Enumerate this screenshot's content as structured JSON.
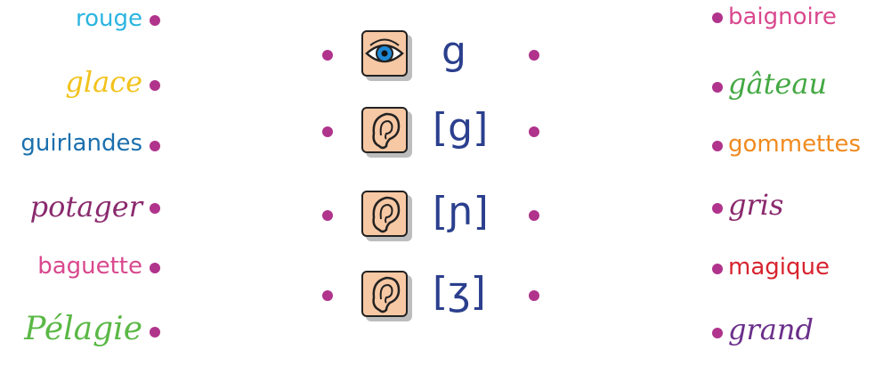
{
  "left_words": [
    {
      "text": "rouge",
      "color": "#2bb5e0",
      "style": "print"
    },
    {
      "text": "glace",
      "color": "#f2c21b",
      "style": "script"
    },
    {
      "text": "guirlandes",
      "color": "#1a6fae",
      "style": "print"
    },
    {
      "text": "potager",
      "color": "#8a2a6e",
      "style": "script"
    },
    {
      "text": "baguette",
      "color": "#d9488e",
      "style": "print"
    },
    {
      "text": "Pélagie",
      "color": "#5ab845",
      "style": "script"
    }
  ],
  "center_rows": [
    {
      "icon": "eye-icon",
      "symbol": "g"
    },
    {
      "icon": "ear-icon",
      "symbol": "[g]"
    },
    {
      "icon": "ear-icon",
      "symbol": "[ɲ]"
    },
    {
      "icon": "ear-icon",
      "symbol": "[ʒ]"
    }
  ],
  "right_words": [
    {
      "text": "baignoire",
      "color": "#d9488e",
      "style": "print"
    },
    {
      "text": "gâteau",
      "color": "#43a843",
      "style": "script"
    },
    {
      "text": "gommettes",
      "color": "#f08a1f",
      "style": "print"
    },
    {
      "text": "gris",
      "color": "#8a2a6e",
      "style": "script"
    },
    {
      "text": "magique",
      "color": "#d7232e",
      "style": "print"
    },
    {
      "text": "grand",
      "color": "#6a2f8a",
      "style": "script"
    }
  ],
  "colors": {
    "dot": "#b0338c",
    "symbol": "#2b3f8e",
    "card": "#f7c8a4"
  }
}
